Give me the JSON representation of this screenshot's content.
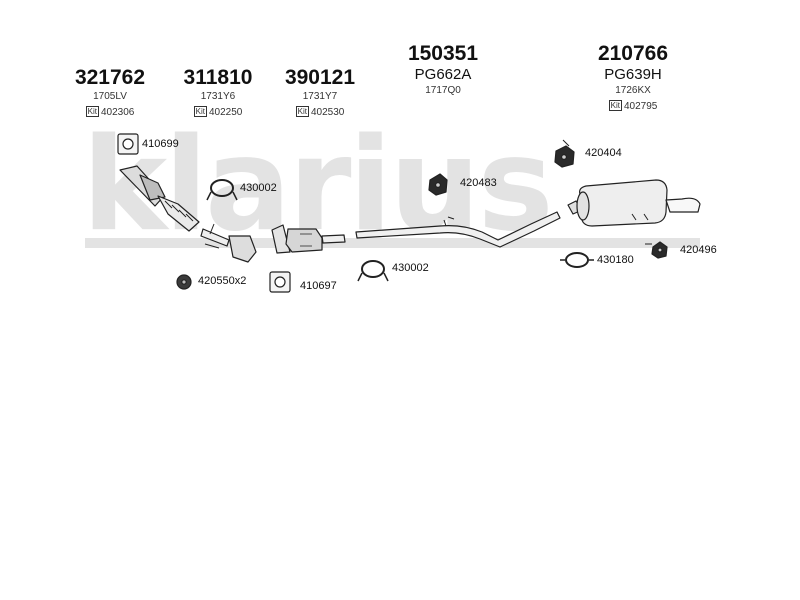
{
  "watermark": {
    "text": "klarius"
  },
  "headers": [
    {
      "part_no": "321762",
      "code": "1705LV",
      "kit": "402306"
    },
    {
      "part_no": "311810",
      "code": "1731Y6",
      "kit": "402250"
    },
    {
      "part_no": "390121",
      "code": "1731Y7",
      "kit": "402530"
    },
    {
      "part_no": "150351",
      "code": "PG662A",
      "sub_code": "1717Q0"
    },
    {
      "part_no": "210766",
      "code": "PG639H",
      "sub_code": "1726KX",
      "kit": "402795"
    }
  ],
  "kit_badge": "Kit",
  "labels": {
    "gasket_410699": "410699",
    "clamp_430002_a": "430002",
    "rubber_420404": "420404",
    "rubber_420483": "420483",
    "rubber_420550": "420550x2",
    "gasket_410697": "410697",
    "clamp_430002_b": "430002",
    "clamp_430180": "430180",
    "rubber_420496": "420496"
  }
}
